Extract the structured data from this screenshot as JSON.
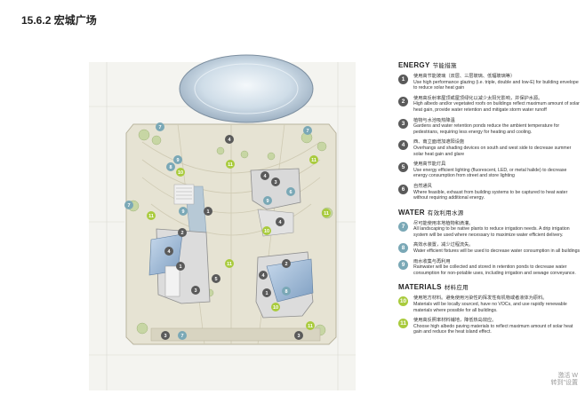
{
  "title": "15.6.2 宏城广场",
  "legend": {
    "energy": {
      "heading": "ENERGY",
      "heading_zh": "节能措施",
      "items": [
        {
          "num": "1",
          "zh": "使用高节能玻璃（双层、三层玻璃、低辐玻璃等）",
          "en": "Use high performance glazing (i.e. triple, double and low-E) for building envelope to reduce solar heat gain"
        },
        {
          "num": "2",
          "zh": "使用高反射率屋顶或屋顶绿化以减少太阳光影响，并保护水源。",
          "en": "High albedo and/or vegetated roofs on buildings reflect maximum amount of solar heat gain, provide water retention and mitigate storm water runoff"
        },
        {
          "num": "3",
          "zh": "植物与水池吸热降温",
          "en": "Gardens and water retention ponds reduce the ambient temperature for pedestrians, requiring less energy for heating and cooling."
        },
        {
          "num": "4",
          "zh": "西、南立面增加遮阳设施",
          "en": "Overhangs and shading devices on south and west side to decrease summer solar heat gain and glare"
        },
        {
          "num": "5",
          "zh": "使用高节能灯具",
          "en": "Use energy efficient lighting (fluorescent, LED, or metal halide) to decrease energy consumption from street and store lighting"
        },
        {
          "num": "6",
          "zh": "自然通风",
          "en": "Where feasible, exhaust from building systems to be captured to heat water without requiring additional energy."
        }
      ]
    },
    "water": {
      "heading": "WATER",
      "heading_zh": "有效利用水源",
      "items": [
        {
          "num": "7",
          "zh": "尽可能使用本地植物和滴灌。",
          "en": "All landscaping to be native plants to reduce irrigation needs. A drip irrigation system will be used where necessary to maximize water efficient delivery."
        },
        {
          "num": "8",
          "zh": "高效水装置，减少过程流失。",
          "en": "Water efficient fixtures will be used to decrease water consumption in all buildings"
        },
        {
          "num": "9",
          "zh": "雨水收集与再利用",
          "en": "Rainwater will be collected and stored in retention ponds to decrease water consumption for non-potable uses, including irrigation and sewage conveyance."
        }
      ]
    },
    "materials": {
      "heading": "MATERIALS",
      "heading_zh": "材料应用",
      "items": [
        {
          "num": "10",
          "zh": "使用地方材料。避免使用污染性的挥发性有机物或者液体为原料。",
          "en": "Materials will be locally sourced, have no VOCs, and use rapidly renewable materials where possible for all buildings."
        },
        {
          "num": "11",
          "zh": "使用高反照率材料铺地，降低热岛效应。",
          "en": "Choose high albedo paving materials to reflect maximum amount of solar heat gain and reduce the heat island effect."
        }
      ]
    }
  },
  "watermark": {
    "line1": "激活 W",
    "line2": "转到\"设置"
  },
  "colors": {
    "grey": "#5a5a5a",
    "teal": "#7aa8b6",
    "green": "#a9cb3d"
  }
}
